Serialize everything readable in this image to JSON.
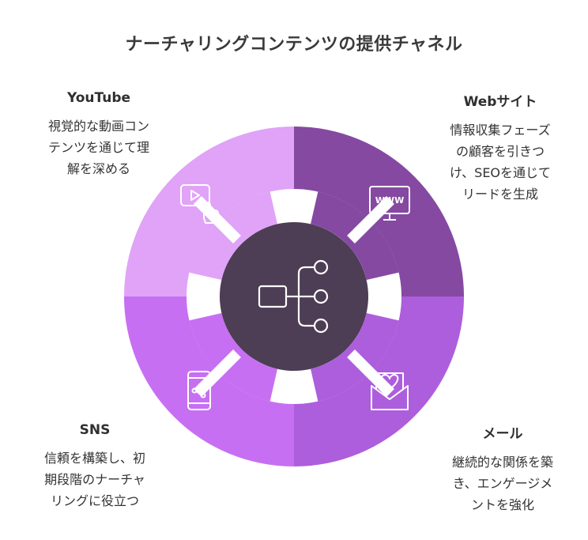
{
  "title": "ナーチャリングコンテンツの提供チャネル",
  "colors": {
    "youtube": "#e0a3f7",
    "web": "#8549a2",
    "mail": "#ad5edc",
    "sns": "#c76ff2",
    "center": "#4d3d55",
    "icon_stroke": "#ffffff"
  },
  "channels": {
    "youtube": {
      "heading": "YouTube",
      "desc": "視覚的な動画コン\nテンツを通じて理\n解を深める",
      "icon": "video-click-icon"
    },
    "web": {
      "heading": "Webサイト",
      "desc": "情報収集フェーズ\nの顧客を引きつ\nけ、SEOを通じて\nリードを生成",
      "icon": "www-monitor-icon"
    },
    "mail": {
      "heading": "メール",
      "desc": "継続的な関係を築\nき、エンゲージメ\nントを強化",
      "icon": "heart-envelope-icon"
    },
    "sns": {
      "heading": "SNS",
      "desc": "信頼を構築し、初\n期段階のナーチャ\nリングに役立つ",
      "icon": "phone-share-icon"
    }
  },
  "center": {
    "icon": "hierarchy-icon",
    "www_text": "WWW"
  }
}
